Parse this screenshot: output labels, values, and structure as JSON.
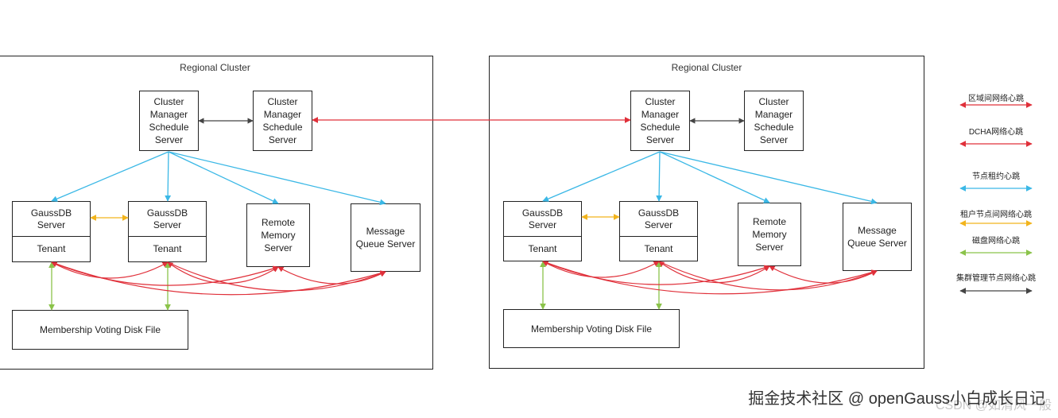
{
  "regions": [
    {
      "title": "Regional Cluster",
      "cm1": "Cluster\nManager\nSchedule\nServer",
      "cm2": "Cluster\nManager\nSchedule\nServer",
      "gauss1_top": "GaussDB\nServer",
      "gauss1_bot": "Tenant",
      "gauss2_top": "GaussDB\nServer",
      "gauss2_bot": "Tenant",
      "remote": "Remote\nMemory\nServer",
      "mq": "Message\nQueue Server",
      "disk": "Membership Voting Disk File"
    },
    {
      "title": "Regional Cluster",
      "cm1": "Cluster\nManager\nSchedule\nServer",
      "cm2": "Cluster\nManager\nSchedule\nServer",
      "gauss1_top": "GaussDB\nServer",
      "gauss1_bot": "Tenant",
      "gauss2_top": "GaussDB\nServer",
      "gauss2_bot": "Tenant",
      "remote": "Remote\nMemory\nServer",
      "mq": "Message\nQueue Server",
      "disk": "Membership Voting Disk File"
    }
  ],
  "legend": [
    {
      "label": "区域间网络心跳",
      "color": "#e0303a"
    },
    {
      "label": "DCHA网络心跳",
      "color": "#e0303a"
    },
    {
      "label": "节点租约心跳",
      "color": "#3bb8e6"
    },
    {
      "label": "租户节点间网络心跳",
      "color": "#f2b41c"
    },
    {
      "label": "磁盘网络心跳",
      "color": "#8bc34a"
    },
    {
      "label": "集群管理节点网络心跳",
      "color": "#444444"
    }
  ],
  "watermark": "掘金技术社区 @ openGauss小白成长日记",
  "watermark_faint": "CSDN @如清风一般"
}
